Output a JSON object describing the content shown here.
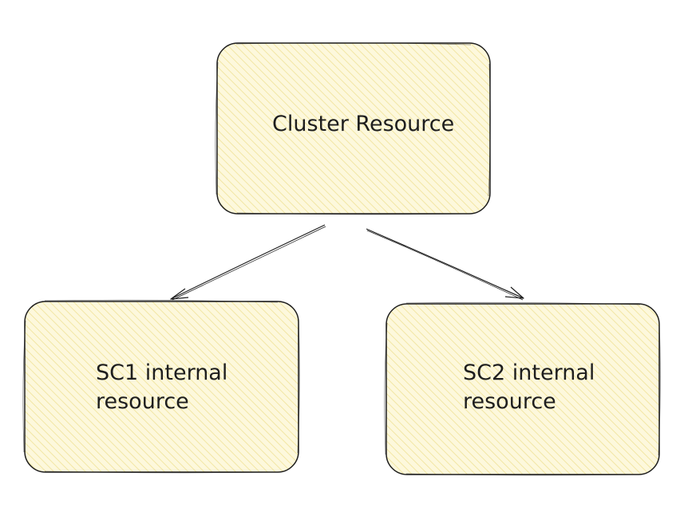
{
  "diagram": {
    "nodes": {
      "cluster": {
        "label": "Cluster Resource"
      },
      "sc1": {
        "line1": "SC1 internal",
        "line2": "resource"
      },
      "sc2": {
        "line1": "SC2 internal",
        "line2": "resource"
      }
    },
    "edges": [
      {
        "from": "cluster",
        "to": "sc1"
      },
      {
        "from": "cluster",
        "to": "sc2"
      }
    ]
  },
  "colors": {
    "node_fill": "#fdf8dc",
    "hatch": "#f2e6a4",
    "stroke": "#1e1e1e"
  }
}
